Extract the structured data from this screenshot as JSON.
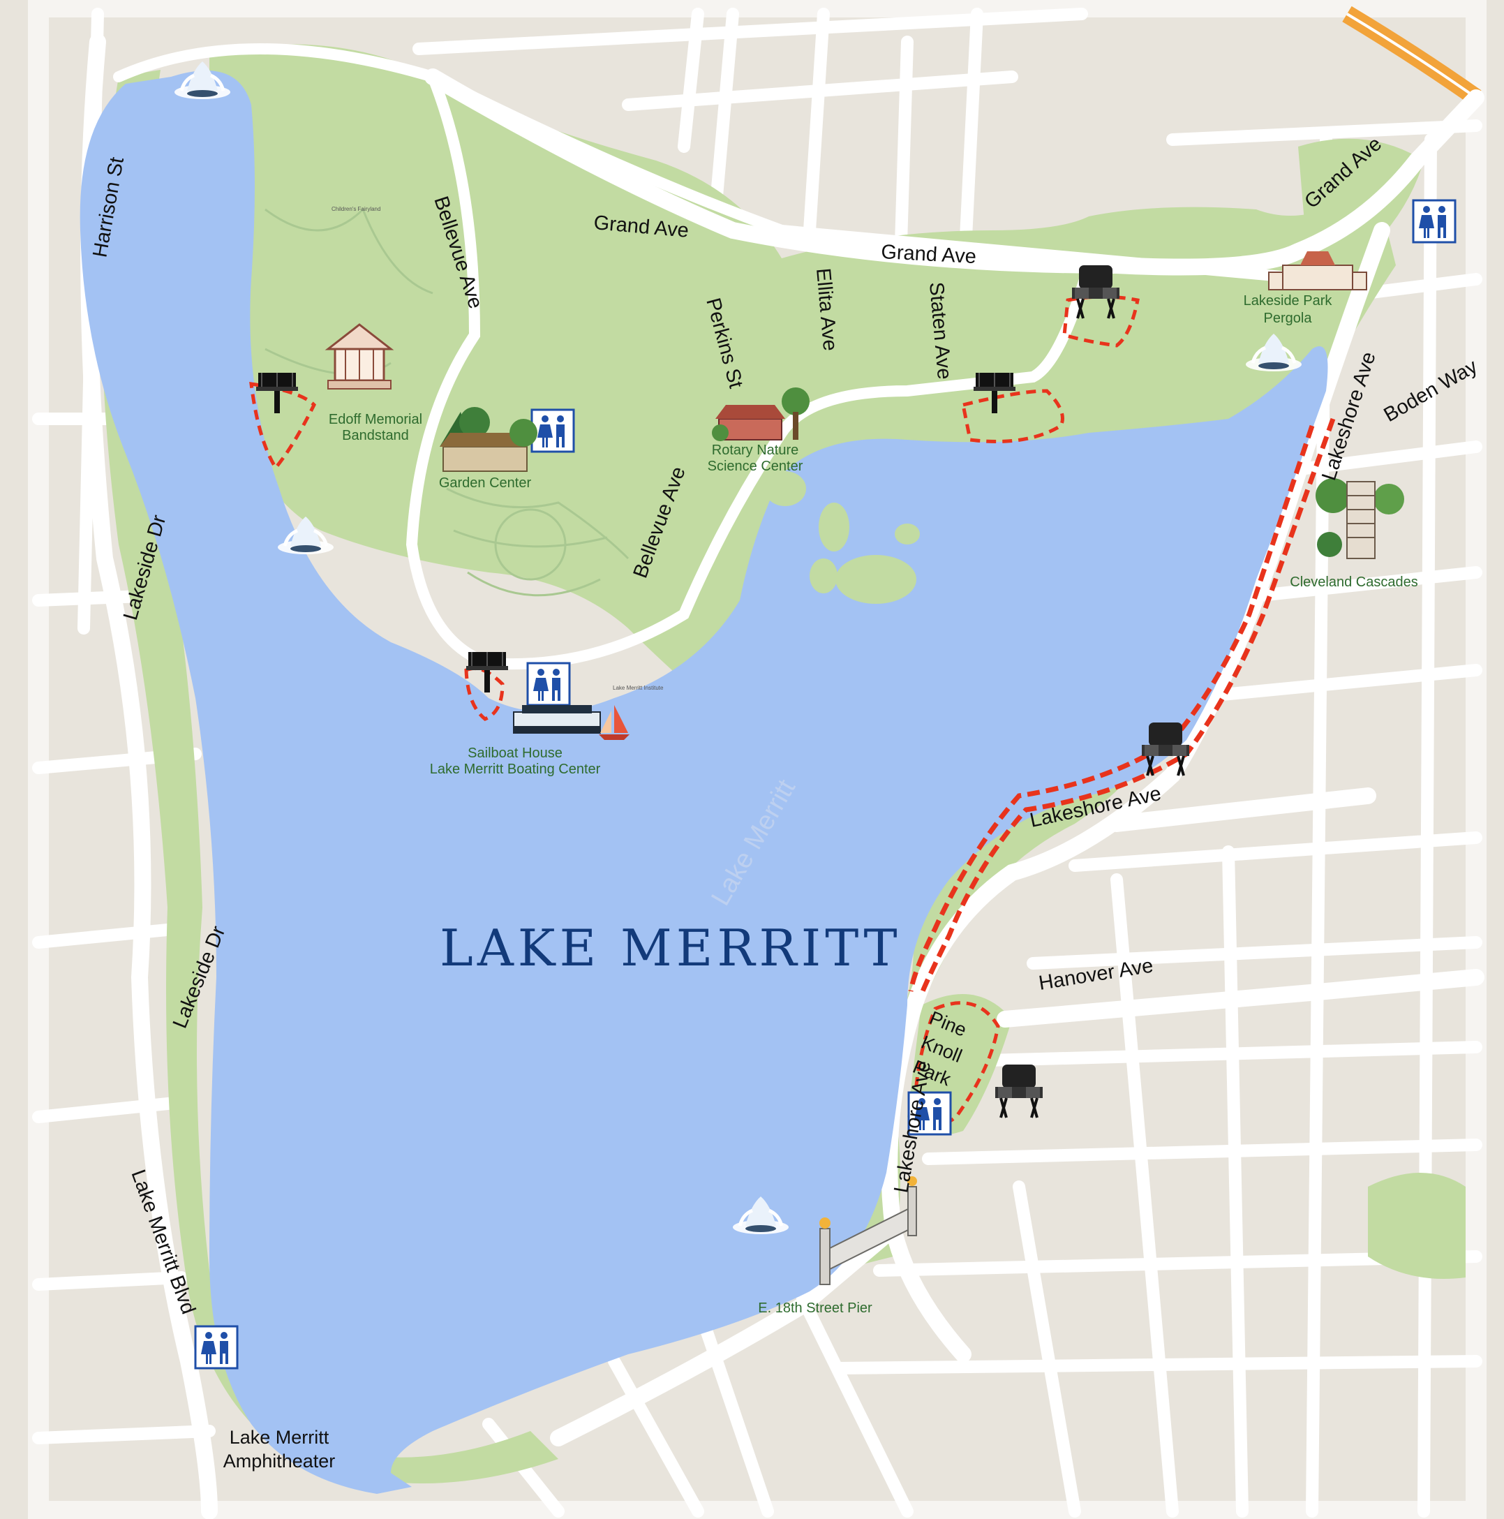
{
  "map": {
    "title": "Lake Merritt",
    "water_label": "Lake Merritt",
    "colors": {
      "land": "#e8e4dc",
      "park": "#c2dba2",
      "water": "#a3c2f3",
      "road": "#ffffff",
      "freeway": "#f2a33a",
      "trail": "#e8331c",
      "poi_text": "#2e6b2e",
      "title": "#123a7a",
      "restroom_icon": "#1f4fa8"
    },
    "roads": {
      "harrison": "Harrison St",
      "bellevue_1": "Bellevue Ave",
      "bellevue_2": "Bellevue Ave",
      "grand_1": "Grand Ave",
      "grand_2": "Grand Ave",
      "grand_3": "Grand Ave",
      "perkins": "Perkins St",
      "ellita": "Ellita Ave",
      "staten": "Staten Ave",
      "boden": "Boden Way",
      "lakeshore_1": "Lakeshore Ave",
      "lakeshore_2": "Lakeshore Ave",
      "lakeshore_3": "Lakeshore Ave",
      "hanover": "Hanover Ave",
      "lakeside_dr_1": "Lakeside Dr",
      "lakeside_dr_2": "Lakeside Dr",
      "lake_merritt_blvd": "Lake Merritt Blvd"
    },
    "poi": {
      "childrens_fairyland": "Children's Fairyland",
      "edoff_1": "Edoff Memorial",
      "edoff_2": "Bandstand",
      "garden_center": "Garden Center",
      "rotary_1": "Rotary Nature",
      "rotary_2": "Science Center",
      "lakeside_pergola_1": "Lakeside Park",
      "lakeside_pergola_2": "Pergola",
      "cleveland_cascades": "Cleveland Cascades",
      "sailboat_1": "Sailboat House",
      "sailboat_2": "Lake Merritt Boating Center",
      "lake_merritt_institute": "Lake Merritt Institute",
      "pine_knoll_1": "Pine",
      "pine_knoll_2": "Knoll",
      "pine_knoll_3": "Park",
      "e18th_pier": "E. 18th Street Pier",
      "amphitheater_1": "Lake Merritt",
      "amphitheater_2": "Amphitheater"
    },
    "icons": {
      "fountain": "fountain-icon",
      "bbq_grill": "bbq-grill-icon",
      "portable_grill": "portable-grill-icon",
      "restroom": "restroom-icon",
      "bandstand": "bandstand-icon",
      "garden_center": "garden-center-icon",
      "nature_center": "nature-center-icon",
      "pergola": "pergola-icon",
      "cascades": "cascades-icon",
      "boathouse": "boathouse-icon",
      "sailboat": "sailboat-icon",
      "pier": "pier-icon"
    }
  }
}
